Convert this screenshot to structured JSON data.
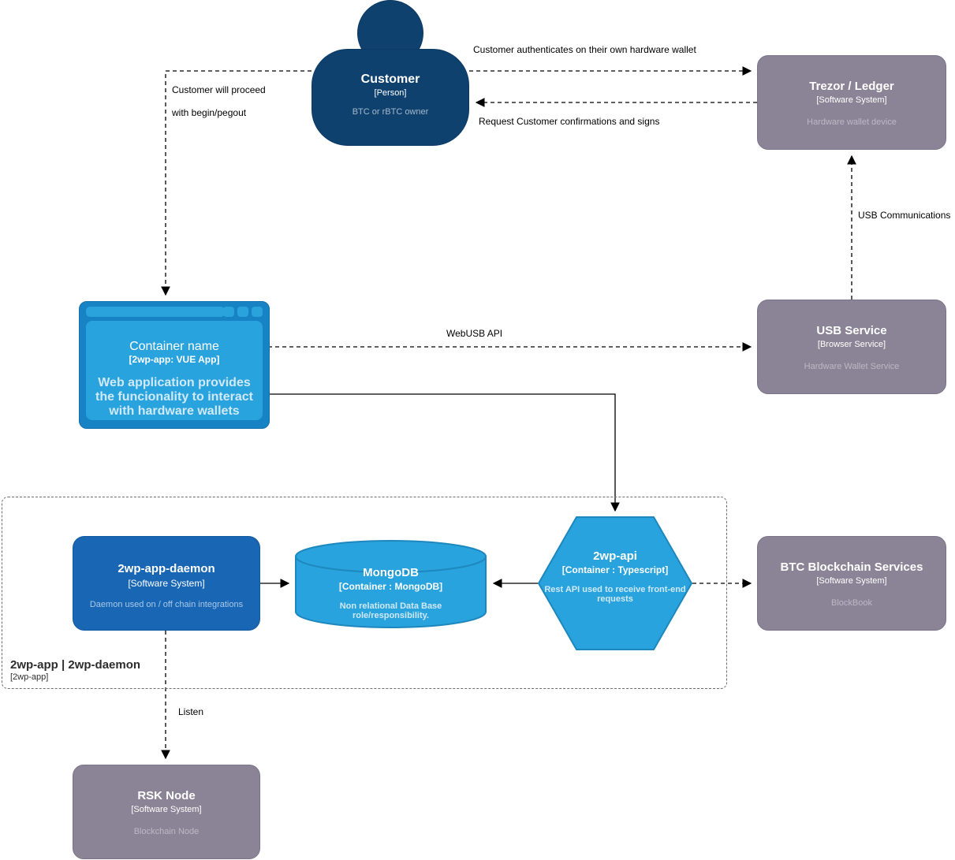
{
  "diagram": {
    "nodes": {
      "customer": {
        "title": "Customer",
        "subtitle": "[Person]",
        "description": "BTC or rBTC owner"
      },
      "trezor": {
        "title": "Trezor / Ledger",
        "subtitle": "[Software System]",
        "description": "Hardware wallet device"
      },
      "webapp": {
        "title": "Container name",
        "subtitle": "[2wp-app: VUE App]",
        "description": "Web application provides the funcionality to interact with hardware wallets"
      },
      "usb_service": {
        "title": "USB Service",
        "subtitle": "[Browser Service]",
        "description": "Hardware Wallet Service"
      },
      "daemon": {
        "title": "2wp-app-daemon",
        "subtitle": "[Software System]",
        "description": "Daemon used on / off chain integrations"
      },
      "mongodb": {
        "title": "MongoDB",
        "subtitle": "[Container : MongoDB]",
        "description": "Non relational Data Base role/responsibility."
      },
      "api": {
        "title": "2wp-api",
        "subtitle": "[Container : Typescript]",
        "description": "Rest API used to receive front-end requests"
      },
      "btc_services": {
        "title": "BTC Blockchain Services",
        "subtitle": "[Software System]",
        "description": "BlockBook"
      },
      "rsk_node": {
        "title": "RSK Node",
        "subtitle": "[Software System]",
        "description": "Blockchain Node"
      }
    },
    "boundary": {
      "title": "2wp-app | 2wp-daemon",
      "subtitle": "[2wp-app]"
    },
    "edge_labels": {
      "authenticate": "Customer authenticates on their own hardware wallet",
      "request_confirm": "Request Customer confirmations and signs",
      "proceed_line1": "Customer will proceed",
      "proceed_line2": "with begin/pegout",
      "usb_communications": "USB Communications",
      "webusb_api": "WebUSB API",
      "listen": "Listen"
    },
    "colors": {
      "person_blue": "#0f416f",
      "container_blue": "#29a3dd",
      "container_blue_border": "#1d87be",
      "daemon_blue": "#1866b4",
      "browser_frame_blue": "#1783c4",
      "external_gray": "#8b8496",
      "muted_gray_text": "#bdb7c5"
    }
  }
}
